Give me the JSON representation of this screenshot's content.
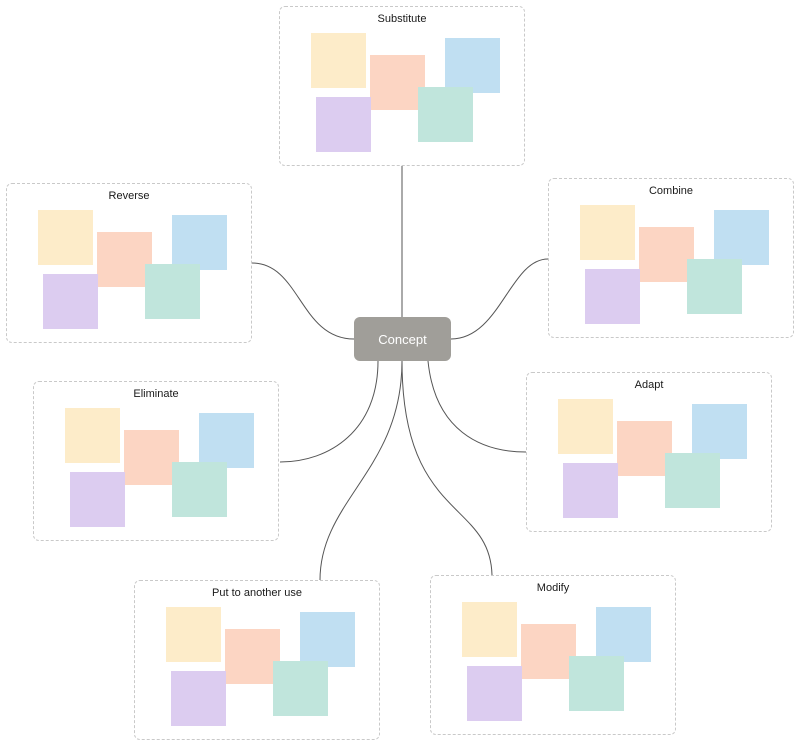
{
  "central": {
    "label": "Concept"
  },
  "categories": [
    {
      "id": "substitute",
      "label": "Substitute"
    },
    {
      "id": "combine",
      "label": "Combine"
    },
    {
      "id": "adapt",
      "label": "Adapt"
    },
    {
      "id": "modify",
      "label": "Modify"
    },
    {
      "id": "put-to-another-use",
      "label": "Put to another use"
    },
    {
      "id": "eliminate",
      "label": "Eliminate"
    },
    {
      "id": "reverse",
      "label": "Reverse"
    }
  ],
  "colors": {
    "central_node": "#a09e99",
    "connector": "#555555",
    "card_border": "#c9c9c9",
    "sticky_notes": [
      "#fdecc9",
      "#fcd5c3",
      "#c0dff2",
      "#dcccf0",
      "#c0e5dc"
    ]
  }
}
